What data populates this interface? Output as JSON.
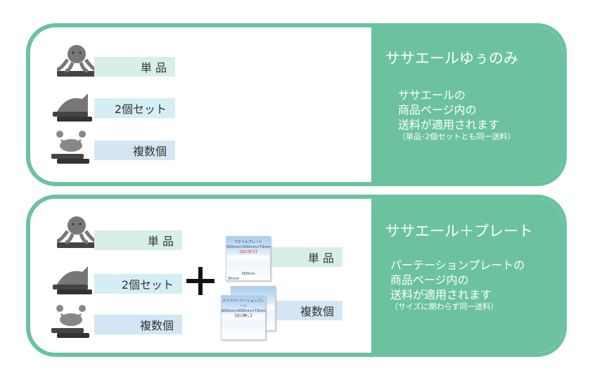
{
  "top": {
    "title": "ササエールゆぅのみ",
    "desc": [
      "ササエールの",
      "商品ページ内の",
      "送料が適用されます"
    ],
    "note": "（単品･2個セットとも同一送料）",
    "labels": [
      "単 品",
      "2個セット",
      "複数個"
    ]
  },
  "bottom": {
    "title": "ササエール＋プレート",
    "desc": [
      "パーテーションプレートの",
      "商品ページ内の",
      "送料が適用されます"
    ],
    "note": "（サイズに関わらず同一送料）",
    "labels": [
      "単 品",
      "2個セット",
      "複数個"
    ],
    "plate_labels": [
      "単 品",
      "複数個"
    ],
    "plate1": {
      "name": "アクリルプレート",
      "size": "500mm×500mm×T3mm",
      "tag": "【窓口有り】",
      "dim1": "300mm",
      "dim2": "90mm"
    },
    "plate2": {
      "name": "クリアパーテーションプレート",
      "size": "600mm×600mm×T3mm",
      "tag": "【窓口無し】"
    }
  },
  "colors": {
    "accent": "#6cc29f"
  }
}
